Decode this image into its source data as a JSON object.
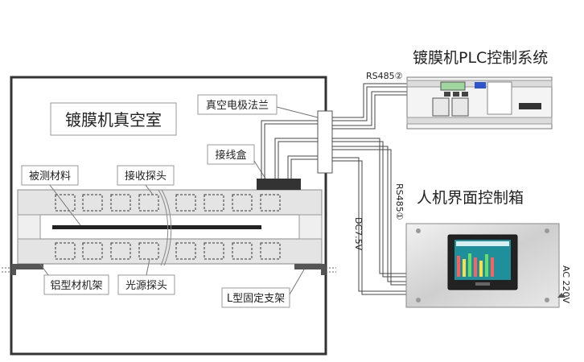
{
  "labels": {
    "chamber": "镀膜机真空室",
    "plc_system": "镀膜机PLC控制系统",
    "hmi_box": "人机界面控制箱",
    "flange": "真空电极法兰",
    "junction_box": "接线盒",
    "test_material": "被测材料",
    "receive_probe": "接收探头",
    "aluminum_frame": "铝型材机架",
    "light_probe": "光源探头",
    "l_bracket": "L型固定支架"
  },
  "signals": {
    "rs485_2": "RS485②",
    "rs485_1": "RS485①",
    "dc_power": "DC7.5V",
    "ac_power": "AC 220V"
  },
  "colors": {
    "frame": "#333333",
    "rail": "#e6e6e6",
    "panel": "#d9d9d9",
    "material": "#222222",
    "screen_bg": "#1f8f9b"
  }
}
